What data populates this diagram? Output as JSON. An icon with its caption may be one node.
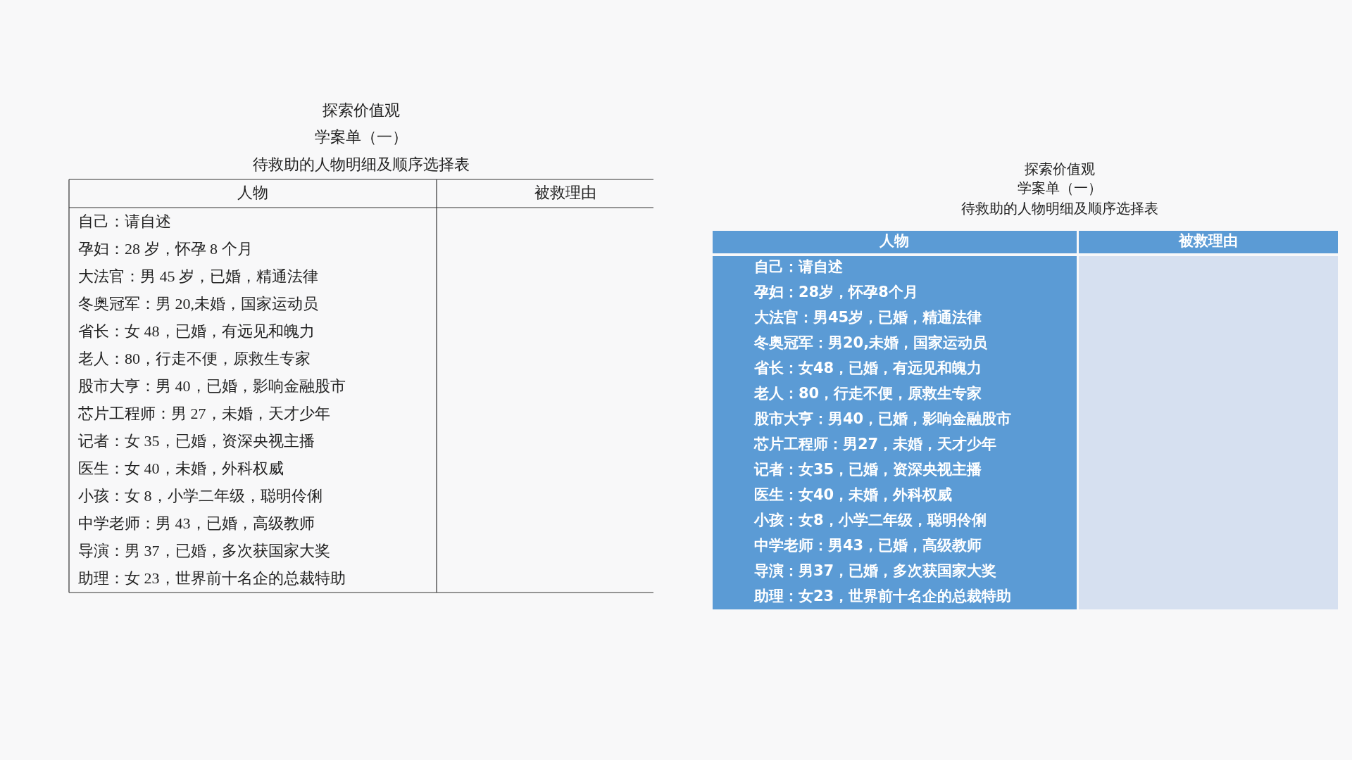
{
  "diagram": {
    "labels": [
      "探索价值观",
      "学案单（一）",
      "待救助的人物明细及顺序选择表",
      "人物",
      "被救理由",
      "自己：请自述",
      "孕妇：28 岁，怀孕 8 个月",
      "大法官：男 45 岁，已婚，精通法律",
      "冬奥冠军：男 20,未婚，国家运动员",
      "省长：女 48，已婚，有远见和魄力",
      "老人：80，行走不便，原救生专家",
      "股市大亨：男 40，已婚，影响金融股市",
      "芯片工程师：男 27，未婚，天才少年",
      "记者：女 35，已婚，资深央视主播",
      "医生：女 40，未婚，外科权威",
      "小孩：女 8，小学二年级，聪明伶俐",
      "中学老师：男 43，已婚，高级教师",
      "导演：男 37，已婚，多次获国家大奖",
      "助理：女 23，世界前十名企的总裁特助",
      "探索价值观",
      "学案单（一）",
      "待救助的人物明细及顺序选择表",
      "人物",
      "被救理由",
      "自己：请自述",
      "孕妇：28岁，怀孕8个月",
      "大法官：男45岁，已婚，精通法律",
      "冬奥冠军：男20,未婚，国家运动员",
      "省长：女48，已婚，有远见和魄力",
      "老人：80，行走不便，原救生专家",
      "股市大亨：男40，已婚，影响金融股市",
      "芯片工程师：男27，未婚，天才少年",
      "记者：女35，已婚，资深央视主播",
      "医生：女40，未婚，外科权威",
      "小孩：女8，小学二年级，聪明伶俐",
      "中学老师：男43，已婚，高级教师",
      "导演：男37，已婚，多次获国家大奖",
      "助理：女23，世界前十名企的总裁特助"
    ]
  }
}
